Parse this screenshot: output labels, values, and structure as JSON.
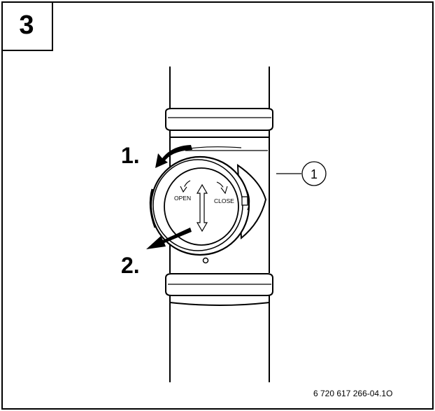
{
  "figure": {
    "step_number": "3",
    "step_labels": [
      "1.",
      "2."
    ],
    "dial": {
      "open_label": "OPEN",
      "close_label": "CLOSE"
    },
    "callout": "1",
    "doc_code": "6 720 617 266-04.1O"
  }
}
